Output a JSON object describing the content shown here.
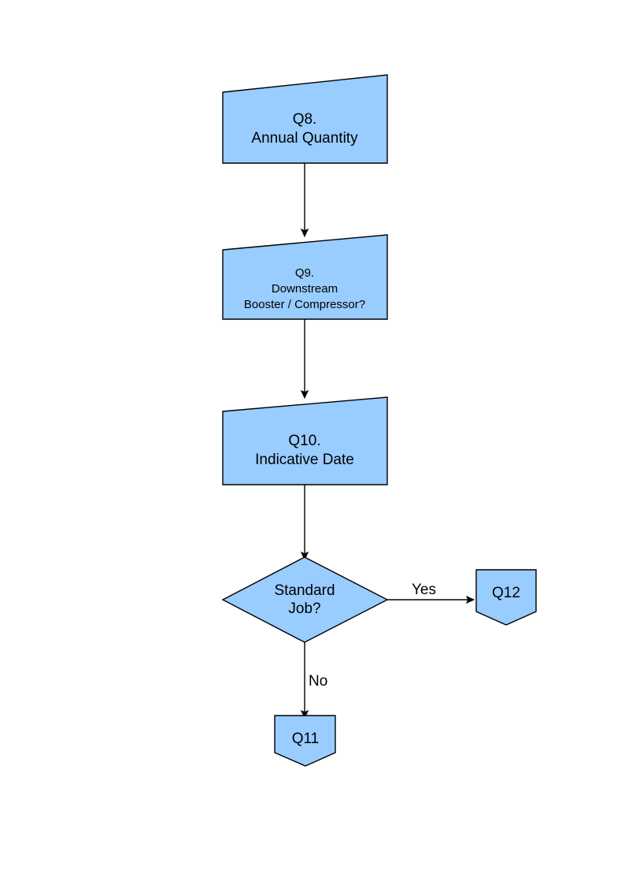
{
  "diagram": {
    "type": "flowchart",
    "title": "",
    "colors": {
      "node_fill": "#99CCFF",
      "node_stroke": "#000000",
      "text": "#000000",
      "background": "#FFFFFF"
    },
    "nodes": [
      {
        "id": "q8",
        "shape": "slanted-top-rectangle",
        "lines": [
          "Q8.",
          "Annual Quantity"
        ],
        "line1": "Q8.",
        "line2": "Annual Quantity",
        "line3": ""
      },
      {
        "id": "q9",
        "shape": "slanted-top-rectangle",
        "lines": [
          "Q9.",
          "Downstream",
          "Booster / Compressor?"
        ],
        "line1": "Q9.",
        "line2": "Downstream",
        "line3": "Booster / Compressor?"
      },
      {
        "id": "q10",
        "shape": "slanted-top-rectangle",
        "lines": [
          "Q10.",
          "Indicative Date"
        ],
        "line1": "Q10.",
        "line2": "Indicative Date",
        "line3": ""
      },
      {
        "id": "decision",
        "shape": "diamond",
        "lines": [
          "Standard",
          "Job?"
        ],
        "line1": "Standard",
        "line2": "Job?",
        "line3": ""
      },
      {
        "id": "q12",
        "shape": "shield-pentagon",
        "lines": [
          "Q12"
        ],
        "line1": "Q12",
        "line2": "",
        "line3": ""
      },
      {
        "id": "q11",
        "shape": "shield-pentagon",
        "lines": [
          "Q11"
        ],
        "line1": "Q11",
        "line2": "",
        "line3": ""
      }
    ],
    "edges": [
      {
        "id": "q8-q9",
        "from": "q8",
        "to": "q9",
        "label": ""
      },
      {
        "id": "q9-q10",
        "from": "q9",
        "to": "q10",
        "label": ""
      },
      {
        "id": "q10-decision",
        "from": "q10",
        "to": "decision",
        "label": ""
      },
      {
        "id": "decision-q12",
        "from": "decision",
        "to": "q12",
        "label": "Yes"
      },
      {
        "id": "decision-q11",
        "from": "decision",
        "to": "q11",
        "label": "No"
      }
    ],
    "edge_labels": {
      "yes": "Yes",
      "no": "No"
    }
  }
}
